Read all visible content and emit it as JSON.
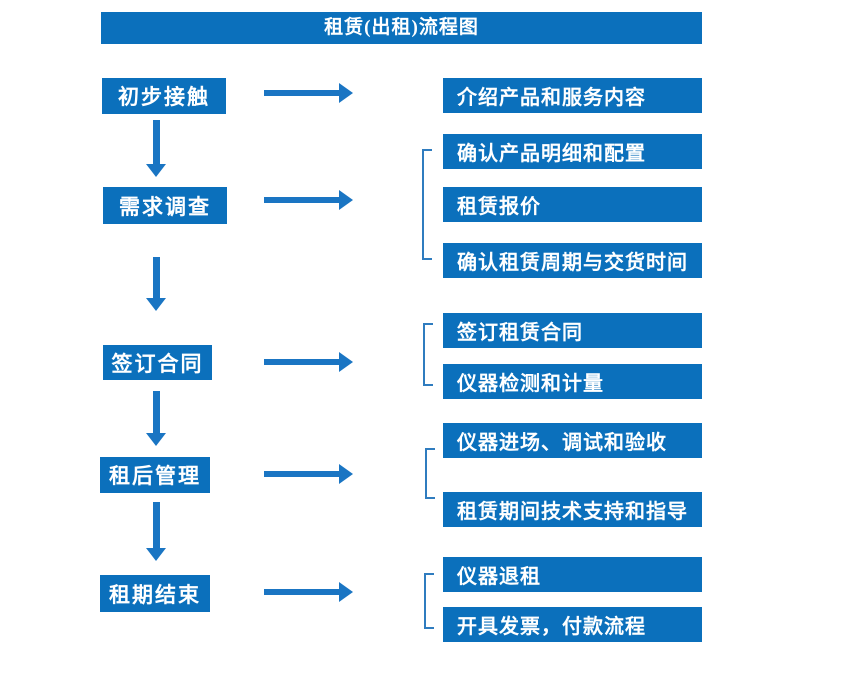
{
  "title": "租赁(出租)流程图",
  "colors": {
    "box_blue": "#0b70bc",
    "arrow_blue": "#1a75c3",
    "bracket_blue": "#2f7cbf",
    "text": "#ffffff",
    "background": "#ffffff"
  },
  "stages": [
    {
      "label": "初步接触",
      "outputs": [
        "介绍产品和服务内容"
      ]
    },
    {
      "label": "需求调查",
      "outputs": [
        "确认产品明细和配置",
        "租赁报价",
        "确认租赁周期与交货时间"
      ]
    },
    {
      "label": "签订合同",
      "outputs": [
        "签订租赁合同",
        "仪器检测和计量"
      ]
    },
    {
      "label": "租后管理",
      "outputs": [
        "仪器进场、调试和验收",
        "租赁期间技术支持和指导"
      ]
    },
    {
      "label": "租期结束",
      "outputs": [
        "仪器退租",
        "开具发票，付款流程"
      ]
    }
  ]
}
